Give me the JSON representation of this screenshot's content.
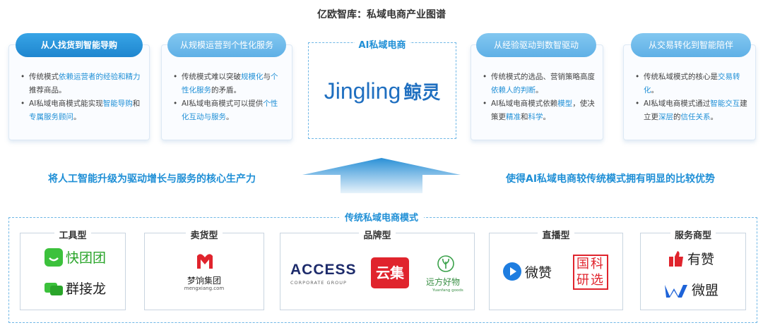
{
  "title": "亿欧智库：私域电商产业图谱",
  "cards": [
    {
      "header": "从人找货到智能导购",
      "bullets": [
        [
          "传统模式",
          "依赖运营者的经验和精力",
          "推荐商品。"
        ],
        [
          "AI私域电商模式能实现",
          "智能导购",
          "和",
          "专属服务顾问",
          "。"
        ]
      ]
    },
    {
      "header": "从规模运营到个性化服务",
      "bullets": [
        [
          "传统模式难以突破",
          "规模化",
          "与",
          "个性化服务",
          "的矛盾。"
        ],
        [
          "AI私域电商模式可以提供",
          "个性化互动与服务",
          "。"
        ]
      ]
    },
    {
      "header": "从经验驱动到数智驱动",
      "bullets": [
        [
          "传统模式的选品、营销策略高度",
          "依赖人的判断",
          "。"
        ],
        [
          "AI私域电商模式依赖",
          "模型",
          "，使决策更",
          "精准",
          "和",
          "科学",
          "。"
        ]
      ]
    },
    {
      "header": "从交易转化到智能陪伴",
      "bullets": [
        [
          "传统私域模式的核心是",
          "交易转化",
          "。"
        ],
        [
          "AI私域电商模式通过",
          "智能交互",
          "建立更",
          "深层",
          "的",
          "信任关系",
          "。"
        ]
      ]
    }
  ],
  "center": {
    "title": "AI私域电商",
    "logo_en": "Jingling",
    "logo_cn": "鲸灵"
  },
  "mid_left": "将人工智能升级为驱动增长与服务的核心生产力",
  "mid_right": "使得AI私域电商较传统模式拥有明显的比较优势",
  "bottom": {
    "title": "传统私域电商模式",
    "categories": [
      {
        "label": "工具型",
        "logos": [
          "快团团",
          "群接龙"
        ]
      },
      {
        "label": "卖货型",
        "logos": [
          "梦饷集团",
          "mengxiang.com"
        ]
      },
      {
        "label": "品牌型",
        "logos": [
          "ACCESS",
          "CORPORATE GROUP",
          "云集",
          "远方好物",
          "Yuanfang goods"
        ]
      },
      {
        "label": "直播型",
        "logos": [
          "微赞",
          "国科研选"
        ]
      },
      {
        "label": "服务商型",
        "logos": [
          "有赞",
          "微盟"
        ]
      }
    ]
  },
  "colors": {
    "accent": "#1f8fd6",
    "pill_dark": "#1f86cf",
    "pill_light": "#5fb0e6"
  }
}
